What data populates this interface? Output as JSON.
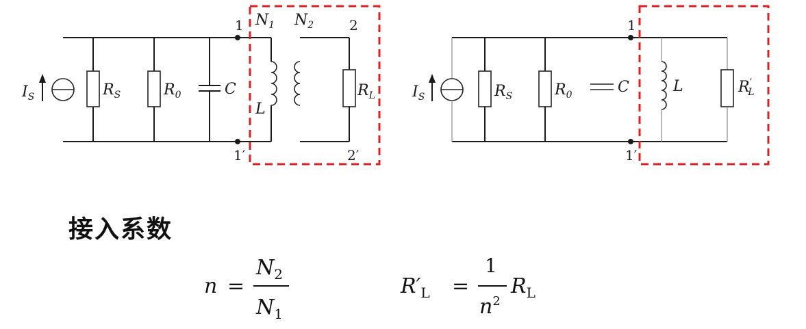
{
  "left_circuit": {
    "source": "I",
    "source_sub": "S",
    "rs": "R",
    "rs_sub": "S",
    "r0": "R",
    "r0_sub": "0",
    "c": "C",
    "l": "L",
    "n1": "N",
    "n1_sub": "1",
    "n2": "N",
    "n2_sub": "2",
    "rl": "R",
    "rl_sub": "L",
    "t1": "1",
    "t1p": "1′",
    "t2": "2",
    "t2p": "2′"
  },
  "right_circuit": {
    "source": "I",
    "source_sub": "S",
    "rs": "R",
    "rs_sub": "S",
    "r0": "R",
    "r0_sub": "0",
    "c": "C",
    "l": "L",
    "rl": "R",
    "rl_prime": "′",
    "rl_sub": "L",
    "t1": "1",
    "t1p": "1′"
  },
  "title": "接入系数",
  "formula1": {
    "lhs": "n",
    "eq": "=",
    "num": "N",
    "num_sub": "2",
    "den": "N",
    "den_sub": "1"
  },
  "formula2": {
    "lhs": "R′",
    "lhs_sub": "L",
    "eq": "=",
    "num": "1",
    "den": "n",
    "den_sup": "2",
    "rhs": "R",
    "rhs_sub": "L"
  }
}
